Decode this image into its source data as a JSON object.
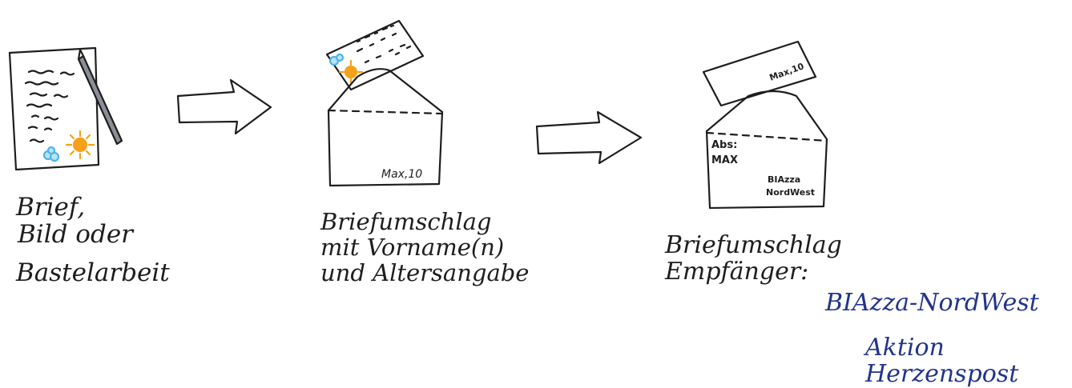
{
  "step1": {
    "caption_lines": [
      "Brief,",
      "Bild oder",
      "Bastelarbeit"
    ]
  },
  "step2": {
    "envelope_label": "Max,10",
    "caption_lines": [
      "Briefumschlag",
      "mit Vorname(n)",
      "und Altersangabe"
    ]
  },
  "step3": {
    "card_label": "Max,10",
    "sender_label": "Abs:",
    "sender_name": "MAX",
    "recipient_line1": "BIAzza",
    "recipient_line2": "NordWest",
    "caption_line1": "Briefumschlag",
    "caption_line2": "Empfänger:",
    "recipient_caption": "BIAzza-NordWest",
    "campaign_caption": "Aktion Herzenspost"
  },
  "colors": {
    "ink": "#1e1e1e",
    "blue_ink": "#22348c",
    "sun": "#f5a11a",
    "flower": "#4fb4e6"
  }
}
